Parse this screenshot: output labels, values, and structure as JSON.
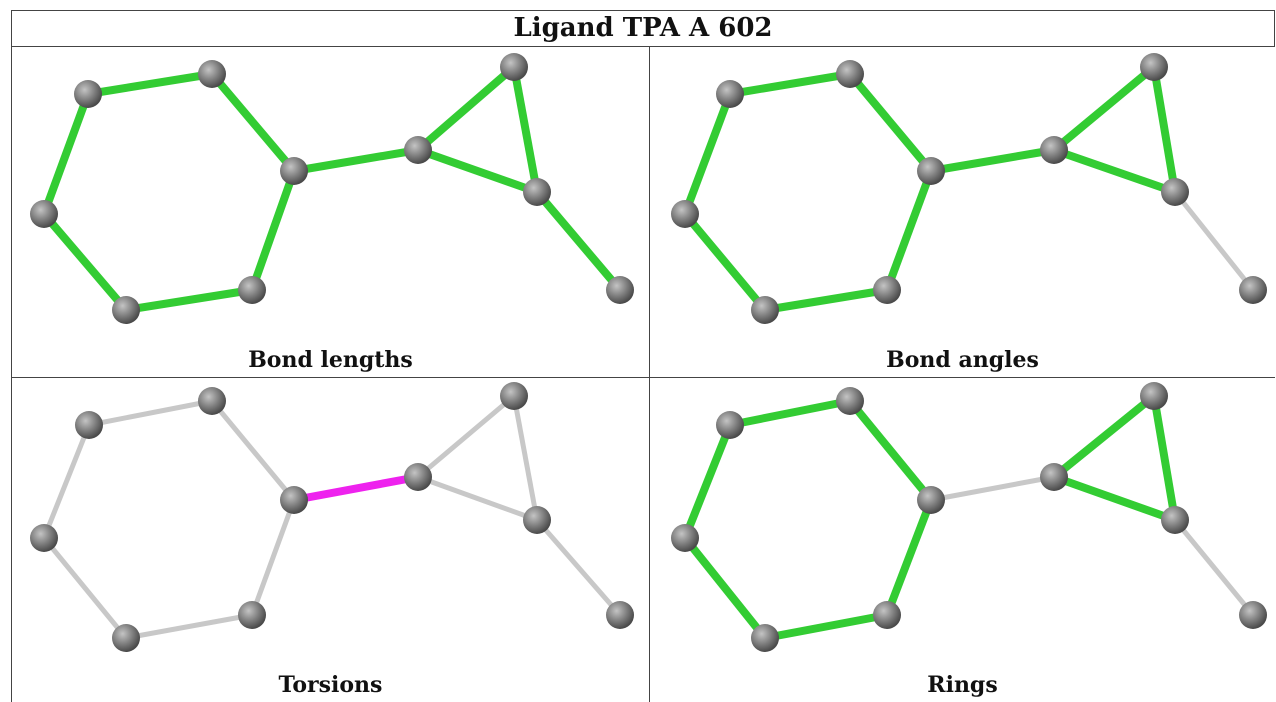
{
  "title": "Ligand TPA A 602",
  "colors": {
    "pass": "#33cc33",
    "neutral": "#c8c8c8",
    "outlier": "#ee22ee",
    "atom": "#808080"
  },
  "panels": [
    {
      "caption": "Bond lengths",
      "bond_colors": [
        "pass",
        "pass",
        "pass",
        "pass",
        "pass",
        "pass",
        "pass",
        "pass",
        "pass",
        "pass",
        "pass"
      ]
    },
    {
      "caption": "Bond angles",
      "bond_colors": [
        "pass",
        "pass",
        "pass",
        "pass",
        "pass",
        "pass",
        "pass",
        "pass",
        "pass",
        "pass",
        "neutral"
      ]
    },
    {
      "caption": "Torsions",
      "bond_colors": [
        "neutral",
        "neutral",
        "neutral",
        "neutral",
        "neutral",
        "neutral",
        "outlier",
        "neutral",
        "neutral",
        "neutral",
        "neutral"
      ]
    },
    {
      "caption": "Rings",
      "bond_colors": [
        "pass",
        "pass",
        "pass",
        "pass",
        "pass",
        "pass",
        "neutral",
        "pass",
        "pass",
        "pass",
        "neutral"
      ]
    }
  ]
}
